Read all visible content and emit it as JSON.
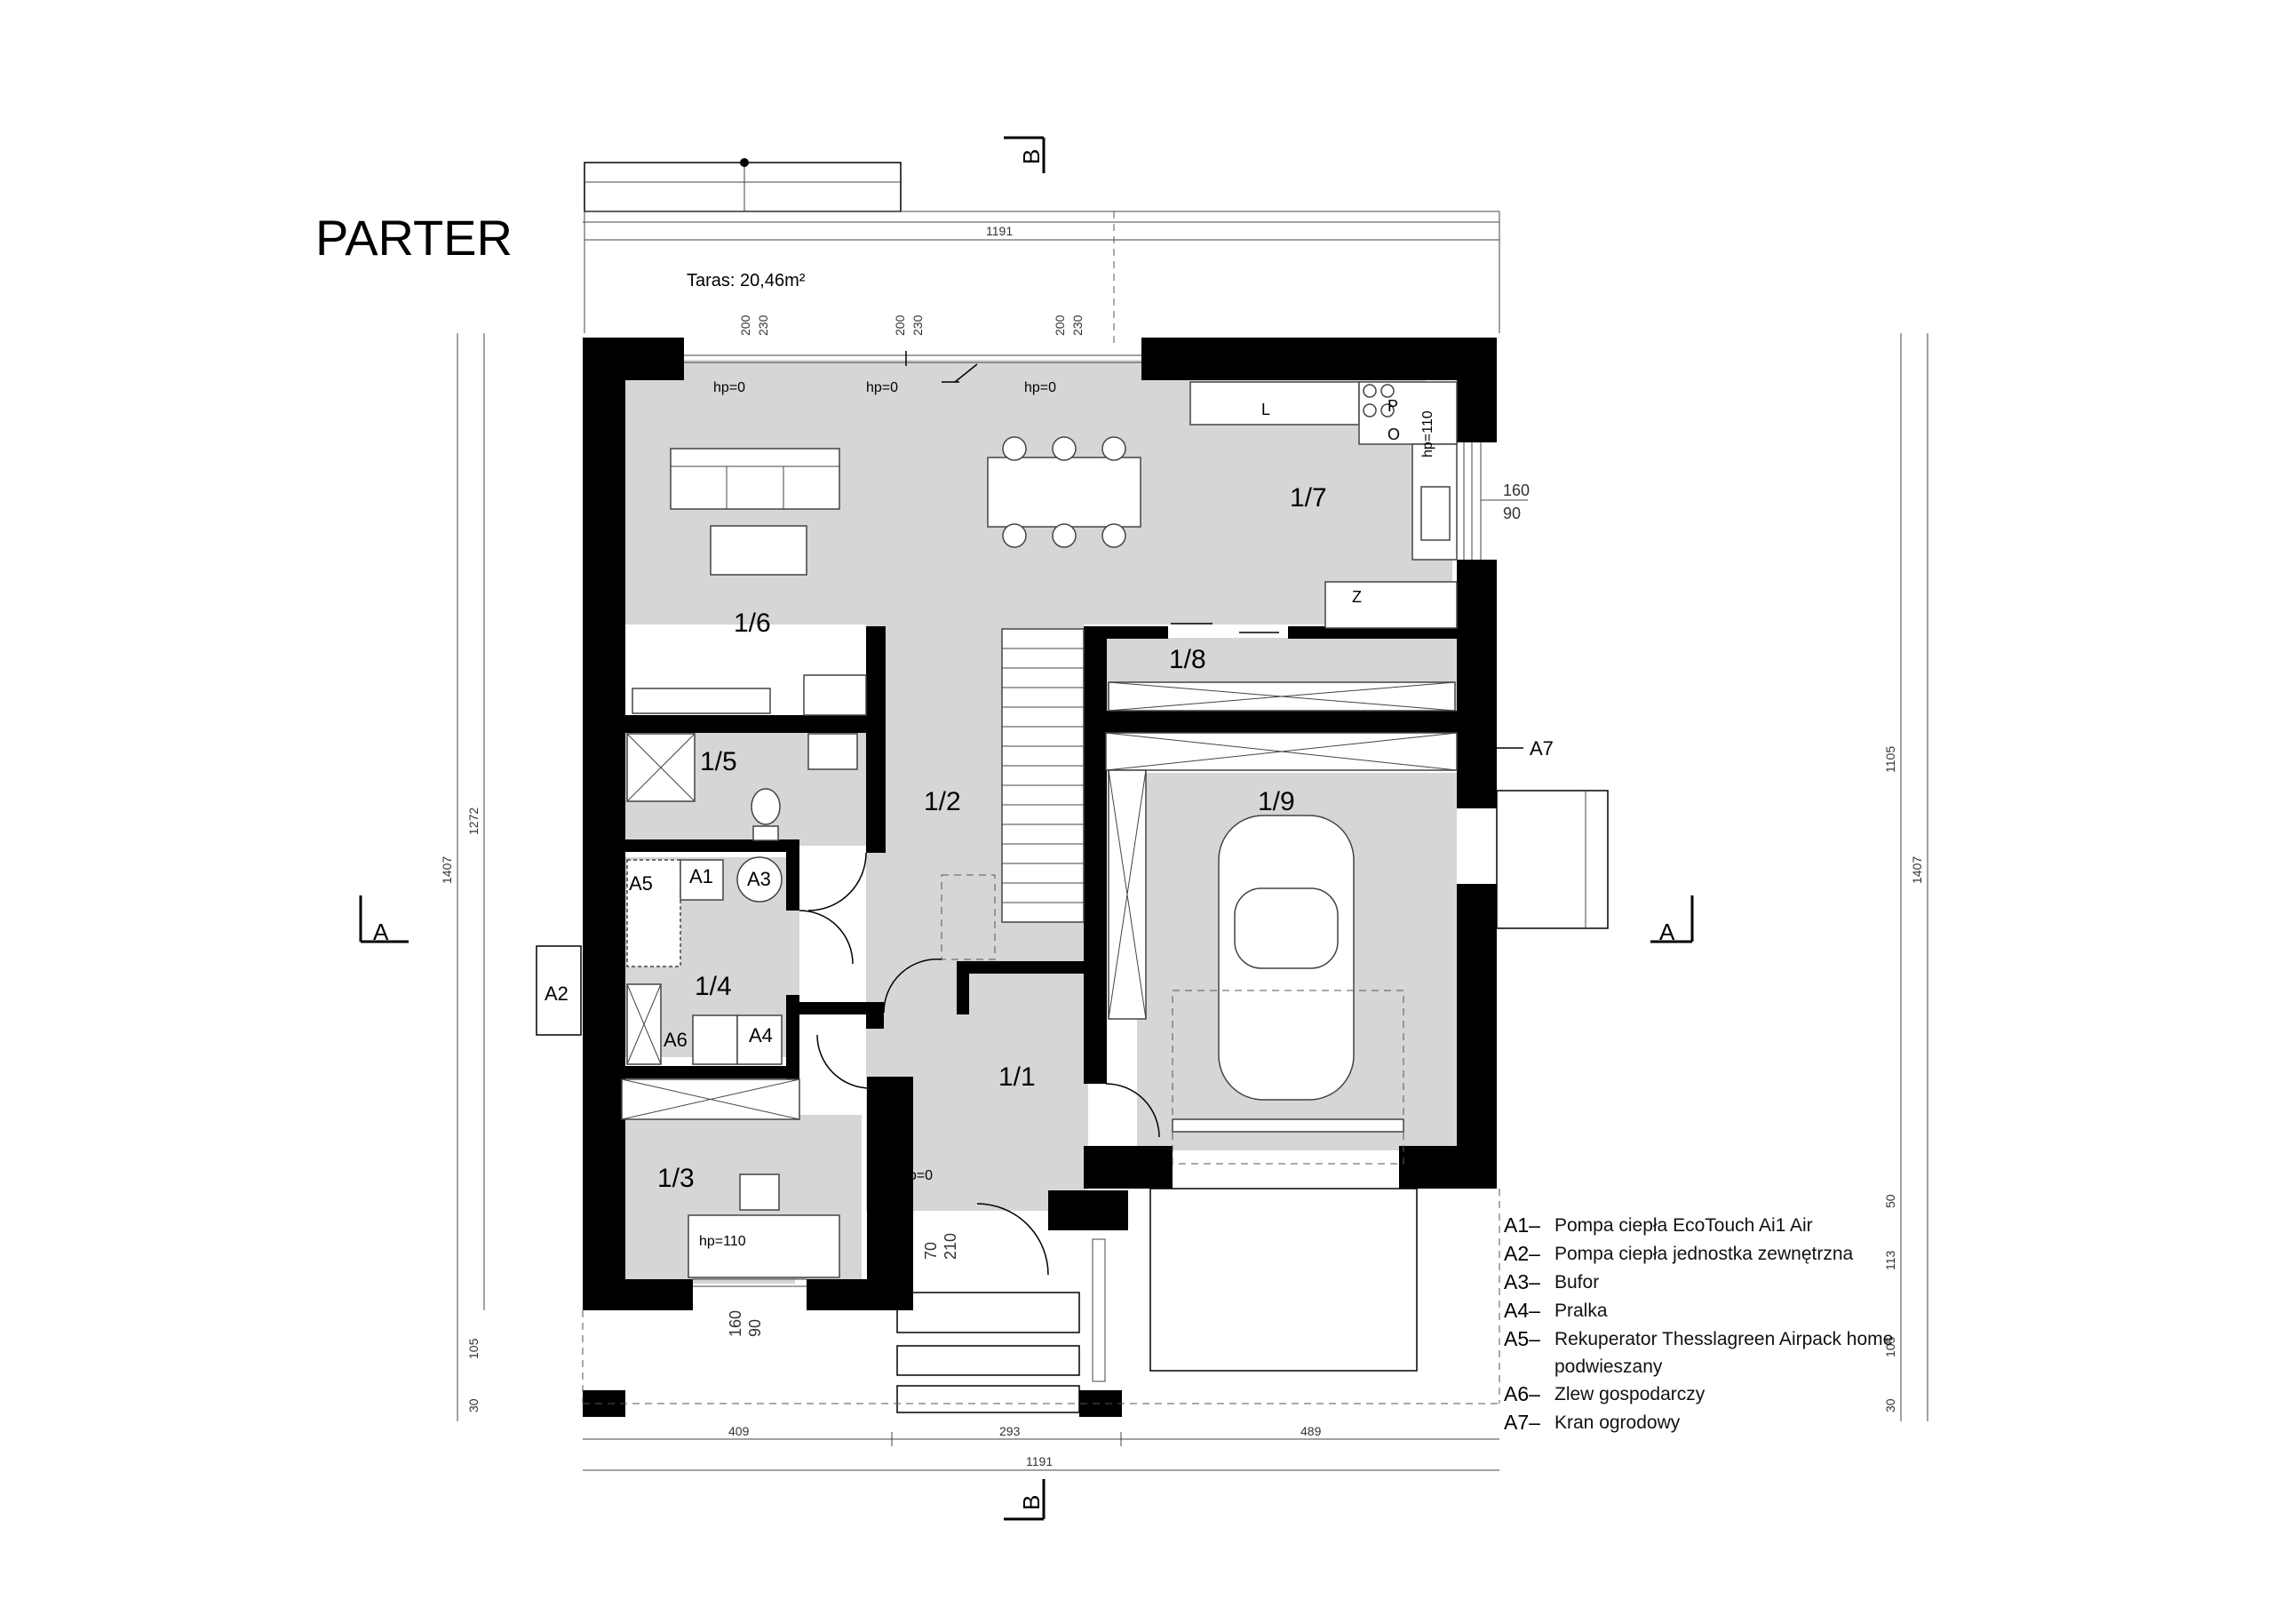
{
  "title": "PARTER",
  "terrace_label": "Taras: 20,46m²",
  "rooms": {
    "r1_1": "1/1",
    "r1_2": "1/2",
    "r1_3": "1/3",
    "r1_4": "1/4",
    "r1_5": "1/5",
    "r1_6": "1/6",
    "r1_7": "1/7",
    "r1_8": "1/8",
    "r1_9": "1/9"
  },
  "appliances": {
    "a1": "A1",
    "a2": "A2",
    "a3": "A3",
    "a4": "A4",
    "a5": "A5",
    "a6": "A6",
    "a7": "A7"
  },
  "kitchen_marks": {
    "l": "L",
    "p": "P",
    "o": "O",
    "z": "Z"
  },
  "section_marks": {
    "a": "A",
    "b": "B"
  },
  "sill_heights": {
    "hp0": "hp=0",
    "hp110": "hp=110"
  },
  "window_dims": {
    "w200": "200",
    "w230": "230",
    "w160": "160",
    "w90": "90",
    "w70": "70",
    "w210": "210"
  },
  "dimensions": {
    "top_total": "1191",
    "bottom_total": "1191",
    "bottom_left": "409",
    "bottom_mid": "293",
    "bottom_right": "489",
    "left_outer": "1407",
    "left_inner": "1272",
    "left_105": "105",
    "left_30": "30",
    "right_1105": "1105",
    "right_1407": "1407",
    "right_50": "50",
    "right_113": "113",
    "right_105": "105",
    "right_30": "30"
  },
  "legend": [
    {
      "key": "A1",
      "text": "Pompa ciepła EcoTouch Ai1 Air"
    },
    {
      "key": "A2",
      "text": "Pompa ciepła jednostka zewnętrzna"
    },
    {
      "key": "A3",
      "text": "Bufor"
    },
    {
      "key": "A4",
      "text": "Pralka"
    },
    {
      "key": "A5",
      "text": "Rekuperator Thesslagreen Airpack home"
    },
    {
      "key": "",
      "text": "podwieszany"
    },
    {
      "key": "A6",
      "text": "Zlew gospodarczy"
    },
    {
      "key": "A7",
      "text": "Kran ogrodowy"
    }
  ]
}
